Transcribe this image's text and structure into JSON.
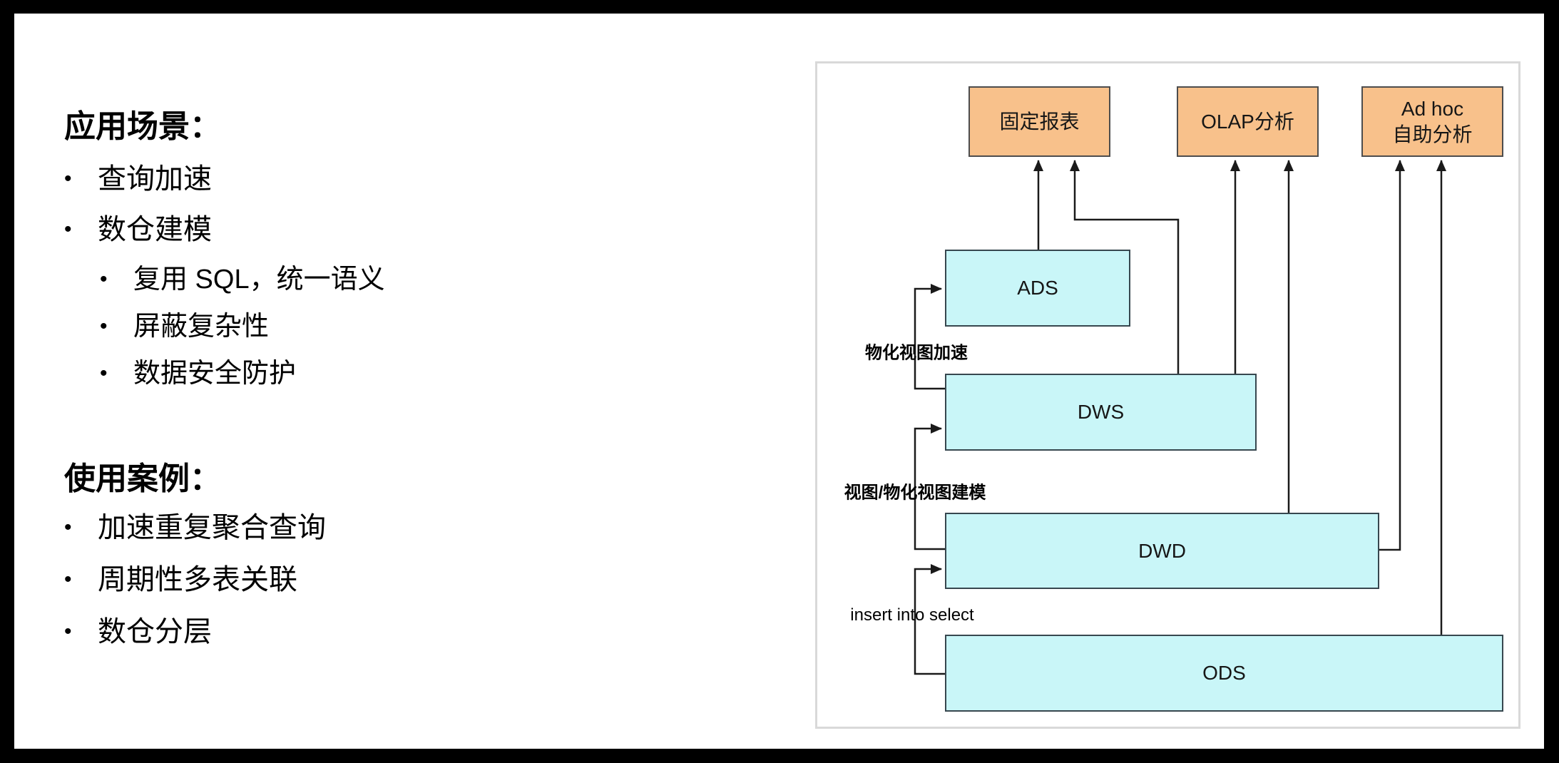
{
  "page": {
    "background": "#000000",
    "slide_background": "#ffffff"
  },
  "left_column": {
    "bullet_glyph": "•",
    "sections": [
      {
        "heading": "应用场景：",
        "items": [
          {
            "level": 1,
            "text": "查询加速"
          },
          {
            "level": 1,
            "text": "数仓建模"
          },
          {
            "level": 2,
            "text": "复用 SQL，统一语义"
          },
          {
            "level": 2,
            "text": "屏蔽复杂性"
          },
          {
            "level": 2,
            "text": "数据安全防护"
          }
        ]
      },
      {
        "heading": "使用案例：",
        "items": [
          {
            "level": 1,
            "text": "加速重复聚合查询"
          },
          {
            "level": 1,
            "text": "周期性多表关联"
          },
          {
            "level": 1,
            "text": "数仓分层"
          }
        ]
      }
    ]
  },
  "diagram": {
    "consumer_boxes": [
      {
        "label": "固定报表"
      },
      {
        "label": "OLAP分析"
      },
      {
        "label_line1": "Ad hoc",
        "label_line2": "自助分析"
      }
    ],
    "layer_boxes": [
      {
        "label": "ADS"
      },
      {
        "label": "DWS"
      },
      {
        "label": "DWD"
      },
      {
        "label": "ODS"
      }
    ],
    "edge_labels": [
      {
        "text": "物化视图加速"
      },
      {
        "text": "视图/物化视图建模"
      },
      {
        "text": "insert into select"
      }
    ],
    "colors": {
      "consumer_fill": "#f8c18b",
      "consumer_border": "#4d4d4d",
      "layer_fill": "#c9f6f8",
      "layer_border": "#37474f",
      "connector": "#1a1a1a",
      "panel_border": "#d9d9d9"
    }
  }
}
